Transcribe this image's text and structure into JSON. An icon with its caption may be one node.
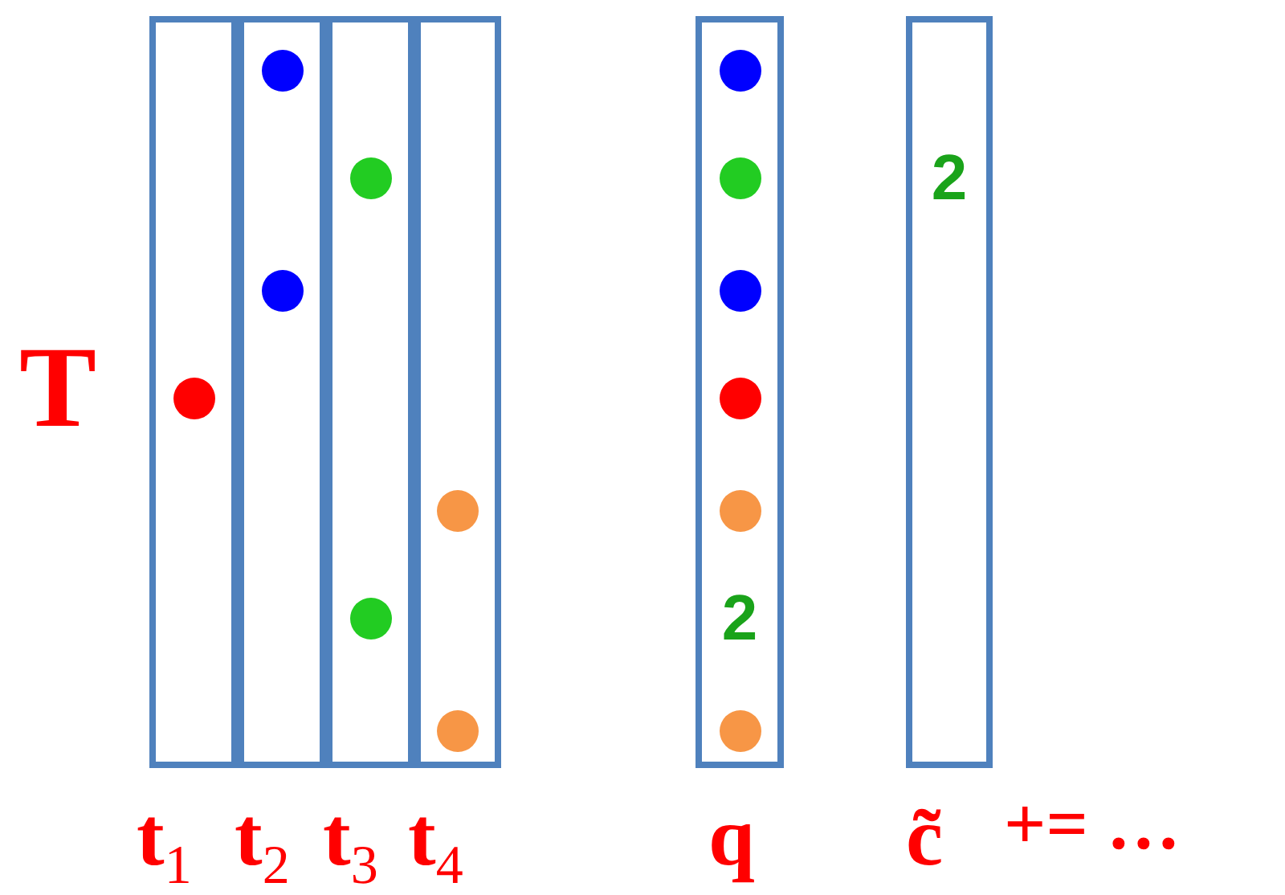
{
  "diagram": {
    "nodes": [
      {
        "text": [
          "t$_{1}$"
        ]
      },
      {
        "text": [],
        "shape": "circle",
        "in": 0
      },
      {
        "text": [
          "t$_{2}$"
        ]
      },
      {
        "text": [],
        "shape": "circle",
        "in": 2
      },
      {
        "text": [],
        "shape": "circle",
        "in": 2
      },
      {
        "text": [
          "t$_{3}$"
        ]
      },
      {
        "text": [],
        "shape": "circle",
        "in": 5
      },
      {
        "text": [],
        "shape": "circle",
        "in": 5
      },
      {
        "text": [
          "t$_{4}$"
        ]
      },
      {
        "text": [],
        "shape": "circle",
        "in": 8
      },
      {
        "text": [],
        "shape": "circle",
        "in": 8
      },
      {
        "text": [
          "2",
          "q"
        ]
      },
      {
        "text": [],
        "shape": "circle",
        "in": 11
      },
      {
        "text": [],
        "shape": "circle",
        "in": 11
      },
      {
        "text": [],
        "shape": "circle",
        "in": 11
      },
      {
        "text": [],
        "shape": "circle",
        "in": 11
      },
      {
        "text": [],
        "shape": "circle",
        "in": 11
      },
      {
        "text": [],
        "shape": "circle",
        "in": 11
      },
      {
        "text": [
          "2",
          "c̃"
        ]
      }
    ],
    "edges": [],
    "labels": [
      "T",
      "+= …"
    ]
  }
}
